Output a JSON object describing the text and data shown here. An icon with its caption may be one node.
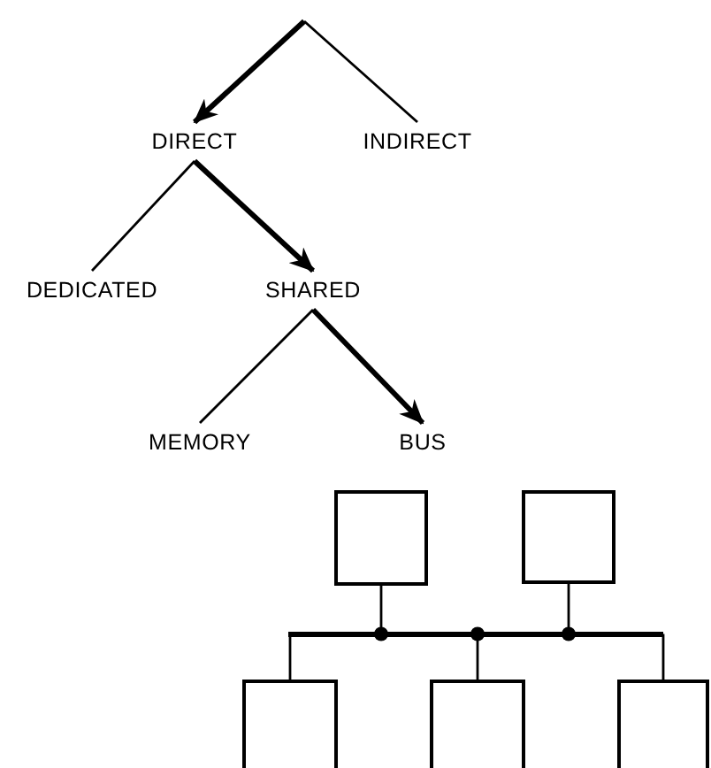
{
  "diagram": {
    "nodes": [
      {
        "text": [
          "DIRECT"
        ]
      },
      {
        "text": [
          "INDIRECT"
        ]
      },
      {
        "text": [
          "DEDICATED"
        ]
      },
      {
        "text": [
          "SHARED"
        ]
      },
      {
        "text": [
          "MEMORY"
        ]
      },
      {
        "text": [
          "BUS"
        ]
      },
      {
        "text": [],
        "shape": "box"
      },
      {
        "text": [],
        "shape": "box"
      },
      {
        "text": [],
        "shape": "box"
      },
      {
        "text": [],
        "shape": "box"
      },
      {
        "text": [],
        "shape": "box"
      },
      {
        "text": [],
        "shape": "bar"
      }
    ],
    "edges": [
      {
        "from": null,
        "to": 0,
        "arrow": "to",
        "style": "thick"
      },
      {
        "from": null,
        "to": 1,
        "arrow": "none"
      },
      {
        "from": 0,
        "to": 2,
        "arrow": "none"
      },
      {
        "from": 0,
        "to": 3,
        "arrow": "to",
        "style": "thick"
      },
      {
        "from": 3,
        "to": 4,
        "arrow": "none"
      },
      {
        "from": 3,
        "to": 5,
        "arrow": "to",
        "style": "thick"
      },
      {
        "from": 6,
        "to": 11,
        "arrow": "other"
      },
      {
        "from": 7,
        "to": 11,
        "arrow": "other"
      },
      {
        "from": 11,
        "to": 8,
        "arrow": "none"
      },
      {
        "from": 11,
        "to": 9,
        "arrow": "other"
      },
      {
        "from": 11,
        "to": 10,
        "arrow": "none"
      }
    ]
  }
}
